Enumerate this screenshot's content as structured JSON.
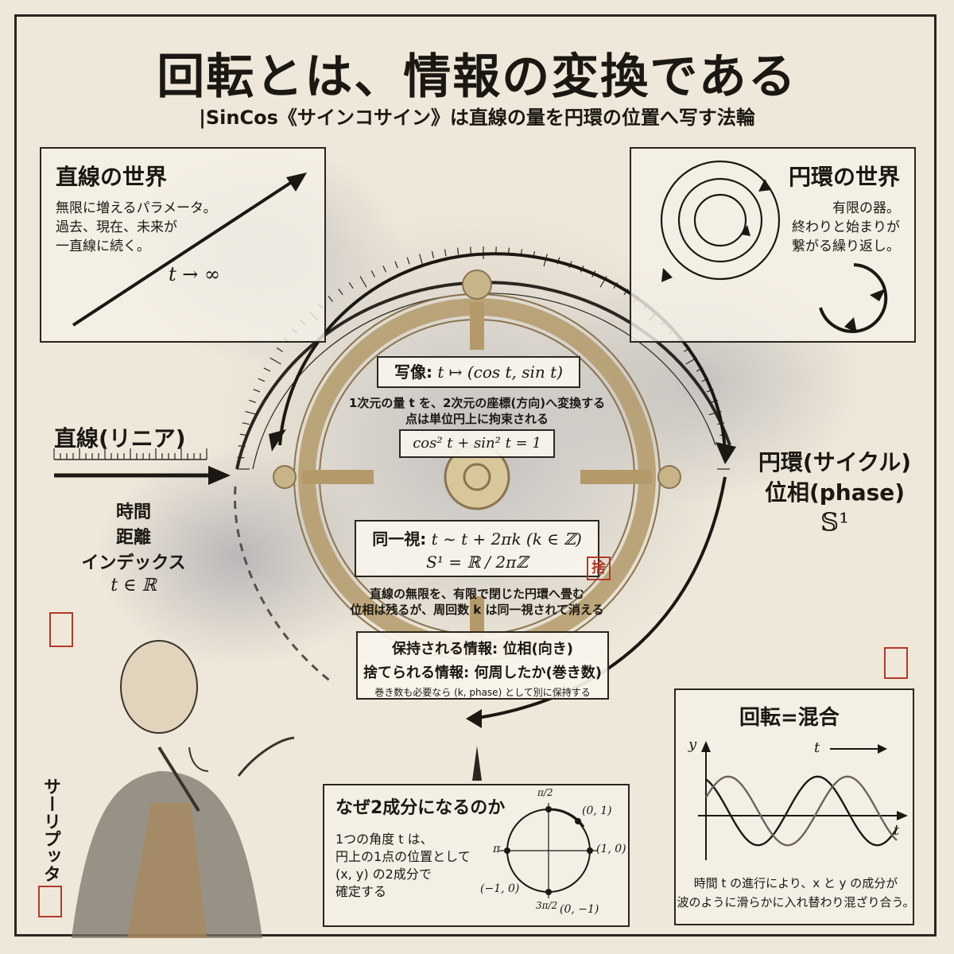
{
  "header": {
    "title": "回転とは、情報の変換である",
    "subtitle": "|SinCos《サインコサイン》は直線の量を円環の位置へ写す法輪"
  },
  "linear_world": {
    "title": "直線の世界",
    "lines": [
      "無限に増えるパラメータ。",
      "過去、現在、未来が",
      "一直線に続く。"
    ],
    "formula": "t → ∞"
  },
  "circle_world": {
    "title": "円環の世界",
    "lines": [
      "有限の器。",
      "終わりと始まりが",
      "繋がる繰り返し。"
    ]
  },
  "linear_side": {
    "title": "直線(リニア)",
    "items": [
      "時間",
      "距離",
      "インデックス"
    ],
    "formula": "t ∈ ℝ"
  },
  "cycle_side": {
    "title": "円環(サイクル)",
    "subtitle": "位相(phase)",
    "symbol": "𝕊¹"
  },
  "mapping": {
    "label": "写像:",
    "formula": "t ↦ (cos t, sin t)",
    "desc1": "1次元の量 t を、2次元の座標(方向)へ変換する",
    "desc2": "点は単位円上に拘束される",
    "identity": "cos² t + sin² t = 1"
  },
  "identification": {
    "label": "同一視:",
    "formula": "t ~ t + 2πk (k ∈ ℤ)",
    "formula2": "S¹ = ℝ / 2πℤ",
    "desc1": "直線の無限を、有限で閉じた円環へ畳む",
    "desc2": "位相は残るが、周回数 k は同一視されて消える"
  },
  "info": {
    "kept": "保持される情報: 位相(向き)",
    "discarded": "捨てられる情報: 何周したか(巻き数)",
    "note": "巻き数も必要なら (k, phase) として別に保持する"
  },
  "why_two": {
    "title": "なぜ2成分になるのか",
    "lines": [
      "1つの角度 t は、",
      "円上の1点の位置として",
      "(x, y) の2成分で",
      "確定する"
    ],
    "labels": {
      "top": "(0, 1)",
      "right": "(1, 0)",
      "left": "(−1, 0)",
      "bottom": "(0, −1)",
      "pi_half": "π/2",
      "pi": "π",
      "three_pi_half": "3π/2"
    }
  },
  "mixing": {
    "title": "回転=混合",
    "y_label": "y",
    "t_arrow": "t",
    "t_axis": "t",
    "desc1": "時間 t の進行により、x と y の成分が",
    "desc2": "波のように滑らかに入れ替わり混ざり合う。"
  },
  "figure": {
    "name": "サーリプッタ"
  },
  "seal_mark": "捨",
  "colors": {
    "ink": "#1b1712",
    "paper": "#efe8da",
    "seal_red": "#b23a2a",
    "wheel_gold": "#b49a6a"
  }
}
